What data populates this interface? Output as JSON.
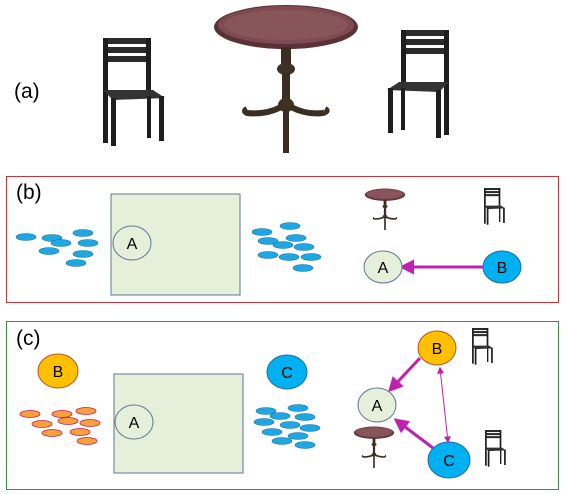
{
  "labels": {
    "a": "(a)",
    "b": "(b)",
    "c": "(c)"
  },
  "panel_b": {
    "region_label": "A",
    "graph_nodes": {
      "a": "A",
      "b": "B"
    }
  },
  "panel_c": {
    "left_node": "B",
    "region_label": "A",
    "right_node": "C",
    "graph_nodes": {
      "a": "A",
      "b": "B",
      "c": "C"
    }
  },
  "colors": {
    "panel_b_border": "#c0343a",
    "panel_c_border": "#3e8f45",
    "region_fill": "#e6efd9",
    "region_border": "#5d7a96",
    "blue_dot": "#1fa7e2",
    "orange_dot": "#f7a13c",
    "node_a_fill": "#e6efd9",
    "node_b_fill": "#ffc000",
    "node_blue_fill": "#00b0f0",
    "arrow": "#c020b0"
  }
}
